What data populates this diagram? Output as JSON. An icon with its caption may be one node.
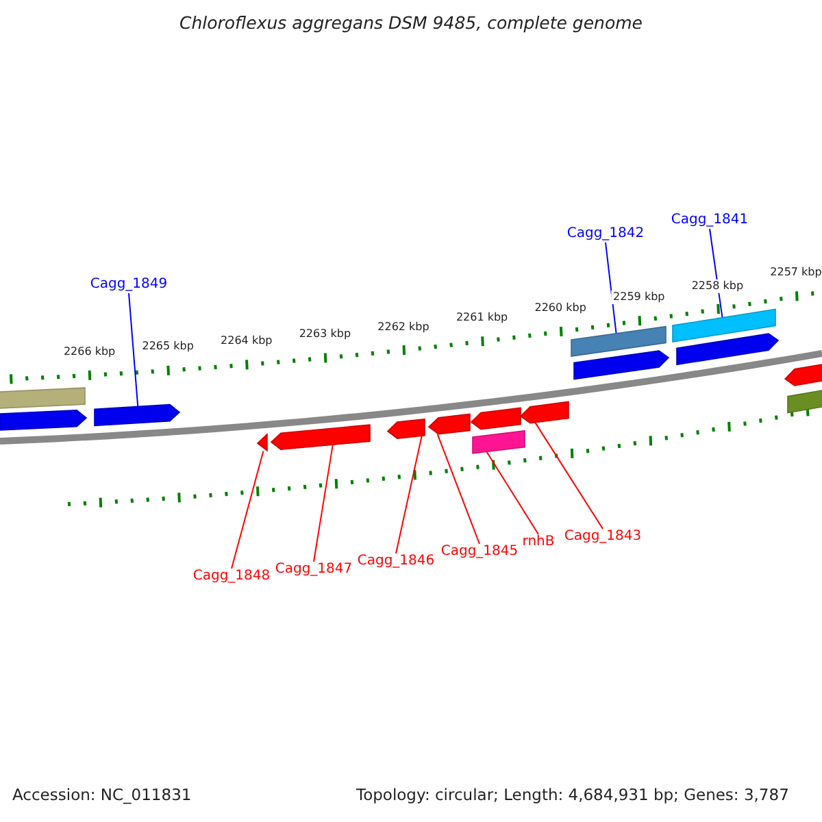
{
  "diagram": {
    "title": "Chloroflexus aggregans DSM 9485, complete genome",
    "nodes": [
      {
        "text": [
          "Cagg_1849"
        ]
      },
      {
        "text": [
          "Cagg_1842"
        ]
      },
      {
        "text": [
          "Cagg_1841"
        ]
      },
      {
        "text": [
          "Cagg_1848"
        ]
      },
      {
        "text": [
          "Cagg_1847"
        ]
      },
      {
        "text": [
          "Cagg_1846"
        ]
      },
      {
        "text": [
          "Cagg_1845"
        ]
      },
      {
        "text": [
          "rnhB"
        ]
      },
      {
        "text": [
          "Cagg_1843"
        ]
      },
      {
        "text": [],
        "shape": "bar"
      },
      {
        "text": [],
        "shape": "pentagon"
      },
      {
        "text": [],
        "shape": "pentagon"
      },
      {
        "text": [],
        "shape": "triangle"
      },
      {
        "text": [],
        "shape": "pentagon"
      },
      {
        "text": [],
        "shape": "pentagon"
      },
      {
        "text": [],
        "shape": "pentagon"
      },
      {
        "text": [],
        "shape": "pentagon"
      },
      {
        "text": [],
        "shape": "bar"
      },
      {
        "text": [],
        "shape": "pentagon"
      },
      {
        "text": [],
        "shape": "bar"
      },
      {
        "text": [],
        "shape": "pentagon"
      },
      {
        "text": [],
        "shape": "bar"
      },
      {
        "text": [],
        "shape": "pentagon"
      },
      {
        "text": [],
        "shape": "pentagon"
      },
      {
        "text": [],
        "shape": "bar"
      }
    ],
    "edges": [
      {
        "from": 0,
        "to": 11,
        "arrow": "none",
        "color": "#0000ff"
      },
      {
        "from": 1,
        "to": 19,
        "arrow": "none",
        "color": "#0000ff"
      },
      {
        "from": 2,
        "to": 21,
        "arrow": "none",
        "color": "#0000ff"
      },
      {
        "from": 3,
        "to": 12,
        "arrow": "none"
      },
      {
        "from": 4,
        "to": 13,
        "arrow": "none"
      },
      {
        "from": 5,
        "to": 14,
        "arrow": "none"
      },
      {
        "from": 6,
        "to": 15,
        "arrow": "none"
      },
      {
        "from": 7,
        "to": 17,
        "arrow": "none"
      },
      {
        "from": 8,
        "to": 18,
        "arrow": "none"
      }
    ],
    "labels": [
      "2257 kbp",
      "2258 kbp",
      "2259 kbp",
      "2260 kbp",
      "2261 kbp",
      "2262 kbp",
      "2263 kbp",
      "2264 kbp",
      "2265 kbp",
      "2266 kbp",
      "Accession: NC_011831",
      "Topology: circular; Length: 4,684,931 bp; Genes: 3,787"
    ]
  }
}
